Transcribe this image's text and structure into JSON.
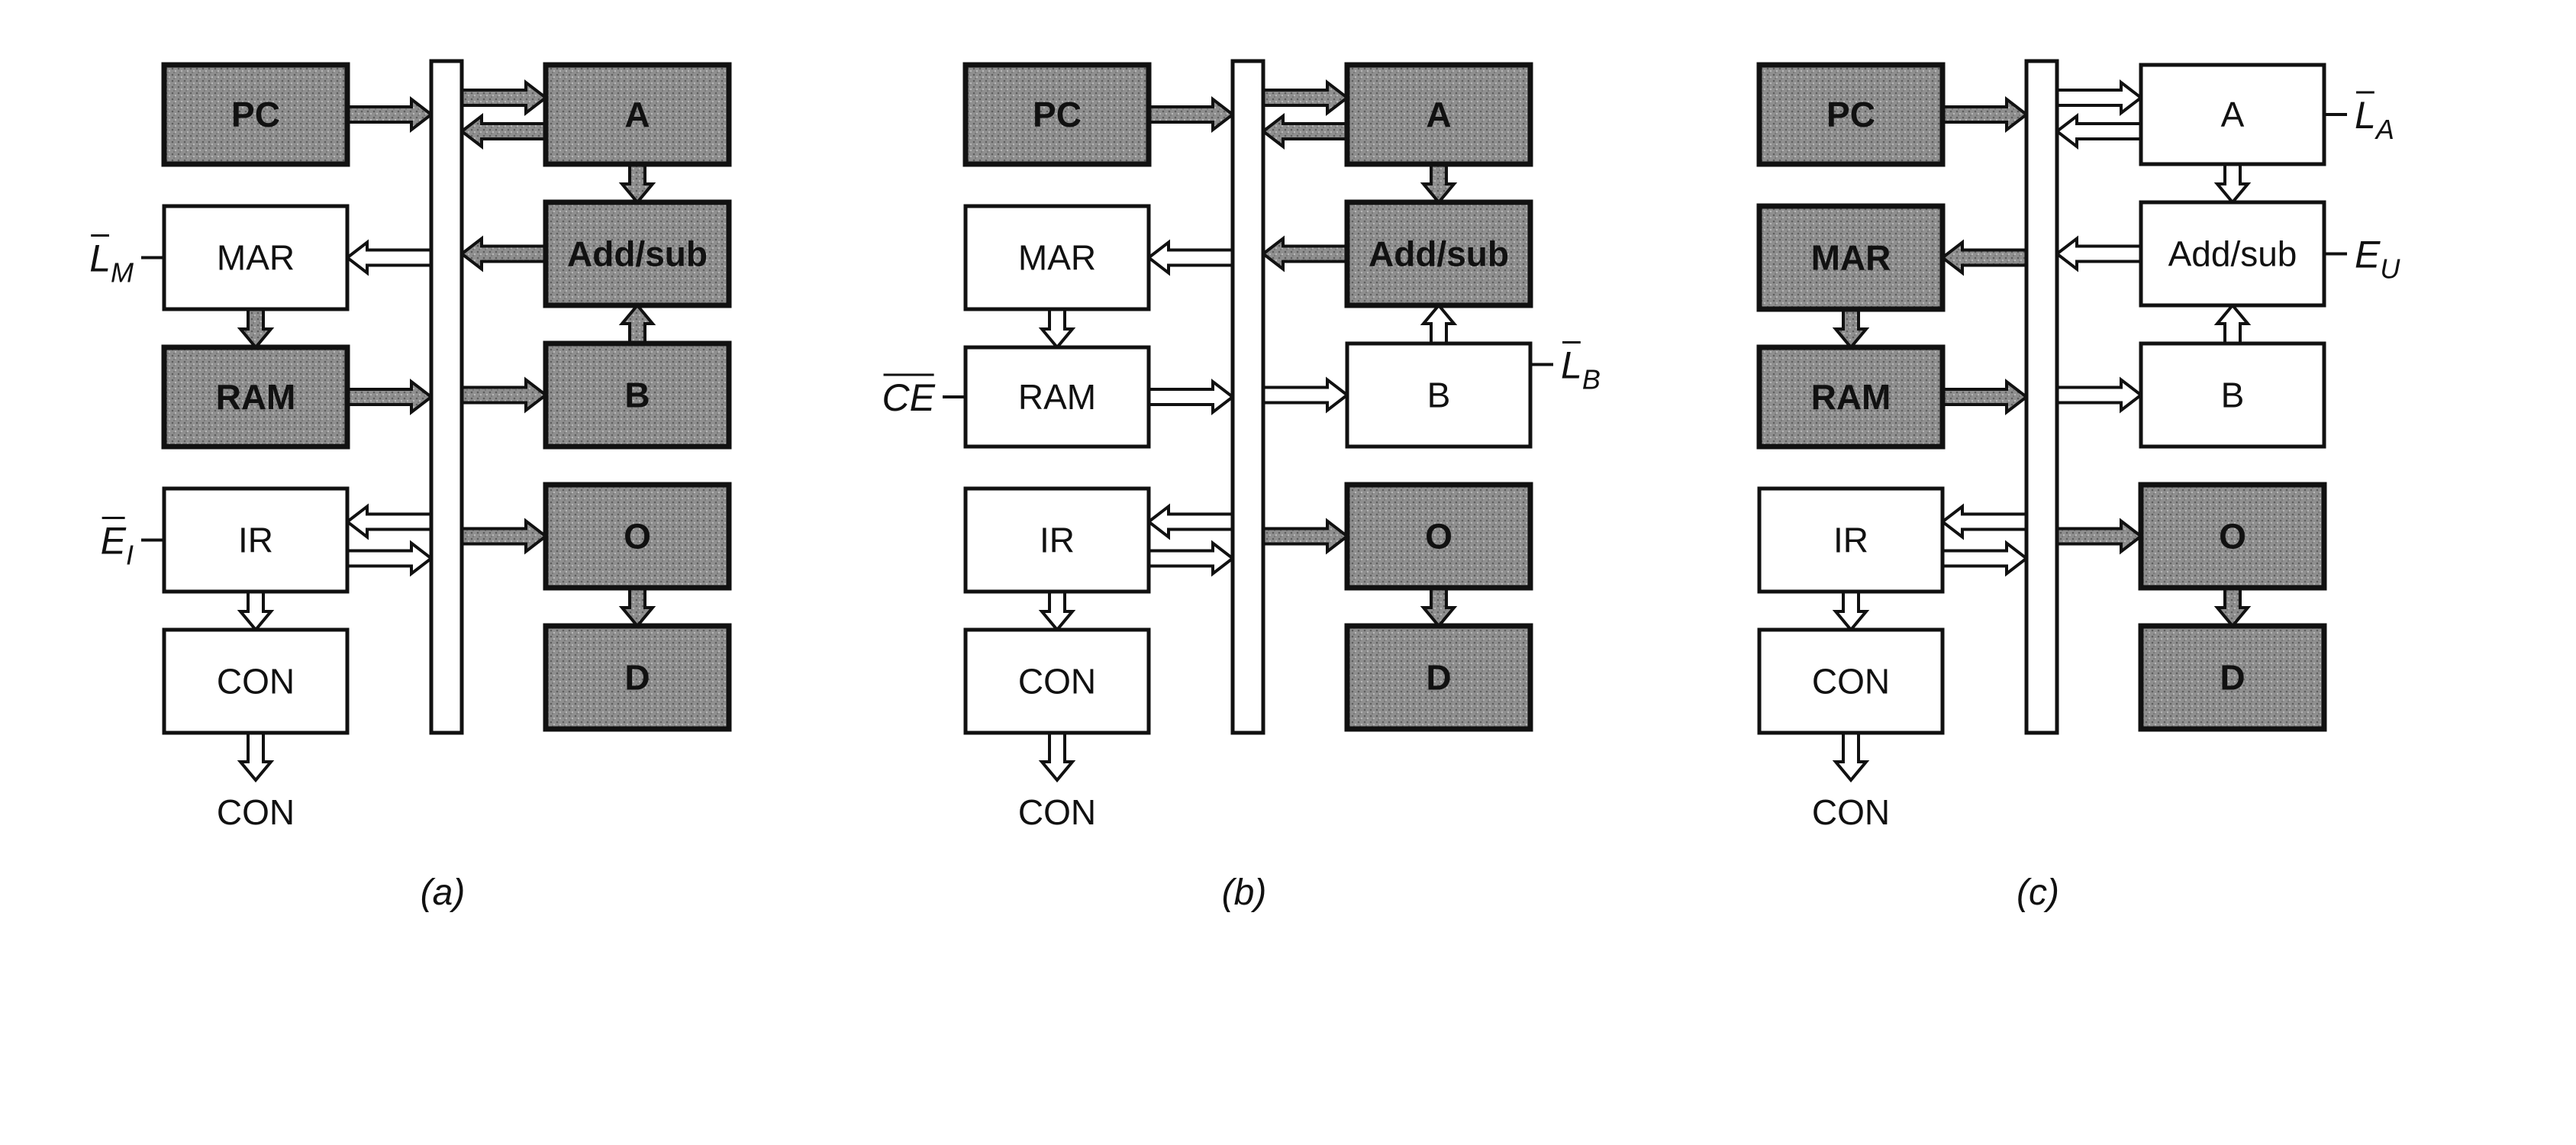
{
  "colors": {
    "ink": "#111111",
    "active_fill": "#8f8f8f",
    "idle_fill": "#ffffff",
    "paper": "#ffffff"
  },
  "icons": {
    "open_arrow": "open-double-line-arrow-icon",
    "filled_arrow": "shaded-double-line-arrow-icon"
  },
  "panels": [
    {
      "caption": "(a)",
      "blocks": {
        "pc": "PC",
        "mar": "MAR",
        "ram": "RAM",
        "ir": "IR",
        "con": "CON",
        "a": "A",
        "addsub": "Add/sub",
        "b": "B",
        "o": "O",
        "d": "D"
      },
      "active": [
        "pc",
        "ram",
        "a",
        "addsub",
        "b",
        "o",
        "d"
      ],
      "signals": [
        {
          "block": "mar",
          "main": "L",
          "sub": "M",
          "bar": true
        },
        {
          "block": "ir",
          "main": "E",
          "sub": "I",
          "bar": true
        }
      ],
      "output_label": "CON"
    },
    {
      "caption": "(b)",
      "blocks": {
        "pc": "PC",
        "mar": "MAR",
        "ram": "RAM",
        "ir": "IR",
        "con": "CON",
        "a": "A",
        "addsub": "Add/sub",
        "b": "B",
        "o": "O",
        "d": "D"
      },
      "active": [
        "pc",
        "a",
        "addsub",
        "o",
        "d"
      ],
      "signals": [
        {
          "block": "ram",
          "main": "CE",
          "sub": "",
          "bar": true
        },
        {
          "block": "b",
          "main": "L",
          "sub": "B",
          "bar": true
        }
      ],
      "output_label": "CON"
    },
    {
      "caption": "(c)",
      "blocks": {
        "pc": "PC",
        "mar": "MAR",
        "ram": "RAM",
        "ir": "IR",
        "con": "CON",
        "a": "A",
        "addsub": "Add/sub",
        "b": "B",
        "o": "O",
        "d": "D"
      },
      "active": [
        "pc",
        "mar",
        "ram",
        "o",
        "d"
      ],
      "signals": [
        {
          "block": "a",
          "main": "L",
          "sub": "A",
          "bar": true
        },
        {
          "block": "addsub",
          "main": "E",
          "sub": "U",
          "bar": false
        }
      ],
      "output_label": "CON"
    }
  ]
}
